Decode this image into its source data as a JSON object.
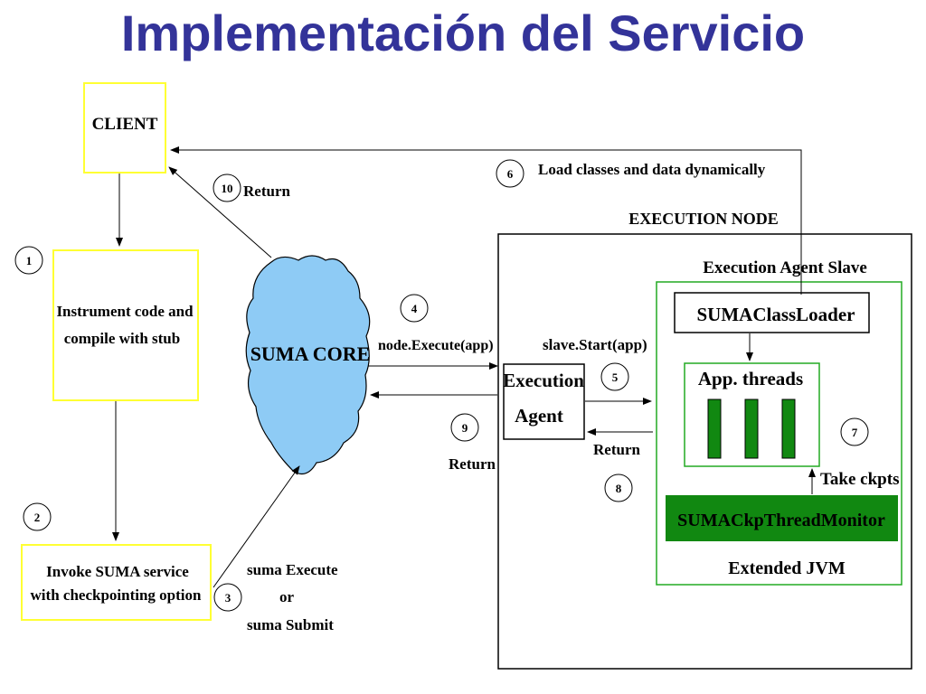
{
  "title": "Implementación del Servicio",
  "boxes": {
    "client": "CLIENT",
    "instrument_line1": "Instrument code and",
    "instrument_line2": "compile with stub",
    "invoke_line1": "Invoke SUMA service",
    "invoke_line2": "with checkpointing option",
    "suma_core": "SUMA CORE",
    "execution_node": "EXECUTION NODE",
    "execution_agent_slave": "Execution Agent Slave",
    "class_loader": "SUMAClassLoader",
    "app_threads": "App. threads",
    "thread_monitor": "SUMACkpThreadMonitor",
    "extended_jvm": "Extended JVM",
    "execution_agent_line1": "Execution",
    "execution_agent_line2": "Agent"
  },
  "labels": {
    "load_classes": "Load classes and data dynamically",
    "return_10": "Return",
    "node_execute": "node.Execute(app)",
    "slave_start": "slave.Start(app)",
    "return_9": "Return",
    "return_8": "Return",
    "take_ckpts": "Take ckpts",
    "suma_execute": "suma Execute",
    "or": "or",
    "suma_submit": "suma Submit"
  },
  "steps": [
    "1",
    "2",
    "3",
    "4",
    "5",
    "6",
    "7",
    "8",
    "9",
    "10"
  ],
  "colors": {
    "title": "#333399",
    "yellow_border": "#ffff33",
    "cloud_fill": "#8ecbf5",
    "green_border": "#22aa22",
    "thread_fill": "#118811",
    "monitor_fill": "#118811",
    "monitor_text": "#000000"
  }
}
